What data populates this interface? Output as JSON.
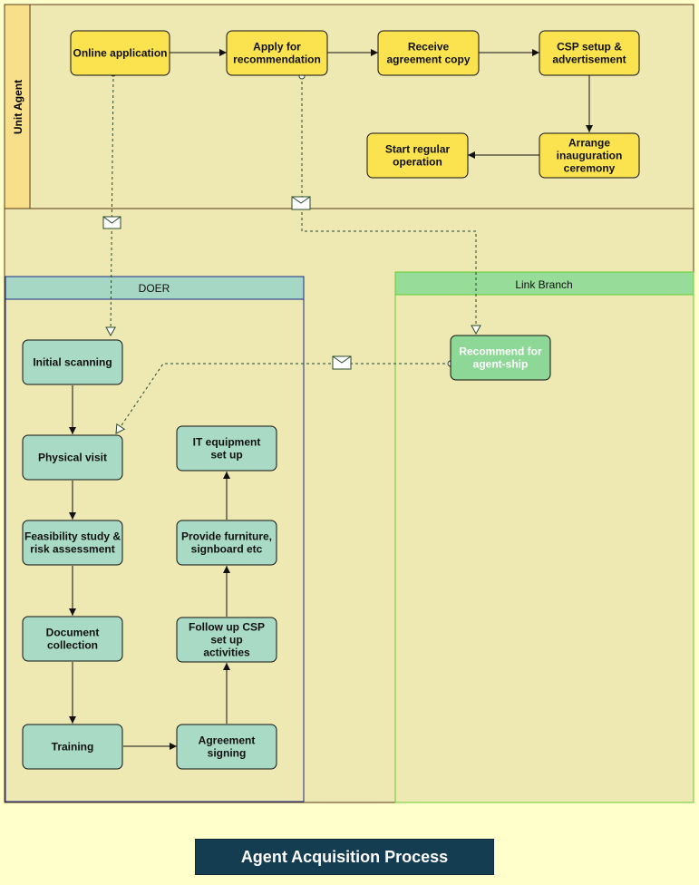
{
  "title": "Agent Acquisition Process",
  "lanes": {
    "unit_agent": "Unit Agent",
    "doer": "DOER",
    "link_branch": "Link Branch"
  },
  "colors": {
    "background": "#ffffcc",
    "pool_fill": "#eee8b3",
    "lane_header": "#f8e08a",
    "yellow_node": "#fbe34f",
    "teal_node": "#a8dac6",
    "green_node": "#8dd896",
    "doer_header": "#a6d7c4",
    "link_header": "#98dc9a",
    "title_bg": "#143d52"
  },
  "nodes": {
    "online_application": [
      "Online application"
    ],
    "apply_recommendation": [
      "Apply for",
      "recommendation"
    ],
    "receive_agreement": [
      "Receive",
      "agreement copy"
    ],
    "csp_setup": [
      "CSP setup &",
      "advertisement"
    ],
    "arrange_inauguration": [
      "Arrange",
      "inauguration",
      "ceremony"
    ],
    "start_operation": [
      "Start regular",
      "operation"
    ],
    "initial_scanning": [
      "Initial scanning"
    ],
    "physical_visit": [
      "Physical visit"
    ],
    "feasibility_study": [
      "Feasibility study &",
      "risk assessment"
    ],
    "document_collection": [
      "Document",
      "collection"
    ],
    "training": [
      "Training"
    ],
    "agreement_signing": [
      "Agreement",
      "signing"
    ],
    "follow_up": [
      "Follow up CSP",
      "set up",
      "activities"
    ],
    "provide_furniture": [
      "Provide furniture,",
      "signboard etc"
    ],
    "it_equipment": [
      "IT equipment",
      "set up"
    ],
    "recommend_agentship": [
      "Recommend for",
      "agent-ship"
    ]
  }
}
